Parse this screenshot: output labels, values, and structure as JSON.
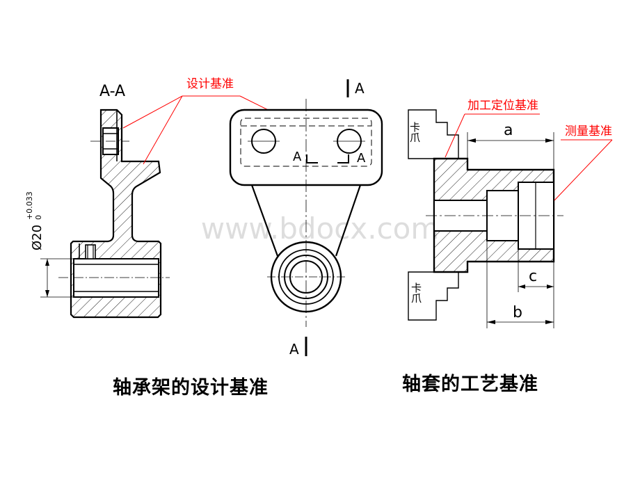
{
  "colors": {
    "line": "#000000",
    "annotation": "#ff0000",
    "watermark": "#d8d8d8"
  },
  "left_figure": {
    "section_label": "A-A",
    "design_datum_label": "设计基准",
    "diameter_label": "Ø20",
    "tolerance_upper": "+0.033",
    "tolerance_lower": "0",
    "caption": "轴承架的设计基准"
  },
  "middle_figure": {
    "section_mark_top": "A",
    "section_mark_bottom": "A",
    "inner_label_left": "A",
    "inner_label_right": "A"
  },
  "right_figure": {
    "machining_datum_label": "加工定位基准",
    "measurement_datum_label": "测量基准",
    "chuck_jaw_label_top": "卡爪",
    "chuck_jaw_label_bottom": "卡爪",
    "dim_a": "a",
    "dim_b": "b",
    "dim_c": "c",
    "caption": "轴套的工艺基准"
  },
  "watermark": "www.bdocx.com"
}
